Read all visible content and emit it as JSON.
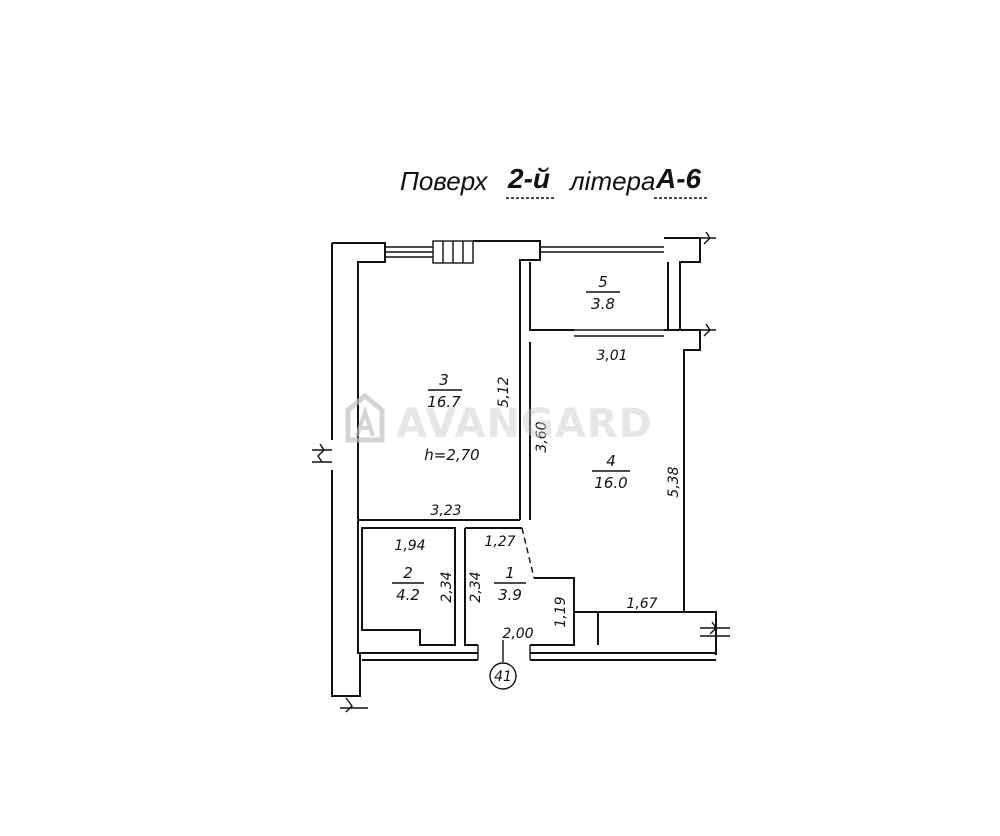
{
  "title": {
    "prefix": "Поверх",
    "floor": "2-й",
    "middle": "літера",
    "letter": "А-6"
  },
  "watermark": {
    "text": "AVANGARD",
    "color": "#c9c9c9"
  },
  "rooms": [
    {
      "number": "3",
      "area": "16.7",
      "height": "h=2,70"
    },
    {
      "number": "5",
      "area": "3.8"
    },
    {
      "number": "4",
      "area": "16.0"
    },
    {
      "number": "2",
      "area": "4.2"
    },
    {
      "number": "1",
      "area": "3.9"
    }
  ],
  "dimensions": {
    "room3_height": "5,12",
    "room3_width": "3,23",
    "room4_top": "3,01",
    "room4_left": "3,60",
    "room4_right": "5,38",
    "room4_bottom": "1,67",
    "room2_top": "1,94",
    "room2_right": "2,34",
    "room1_left": "2,34",
    "room1_top": "1,27",
    "room1_notch": "1,19",
    "room1_bottom": "2,00"
  },
  "marker": "41"
}
